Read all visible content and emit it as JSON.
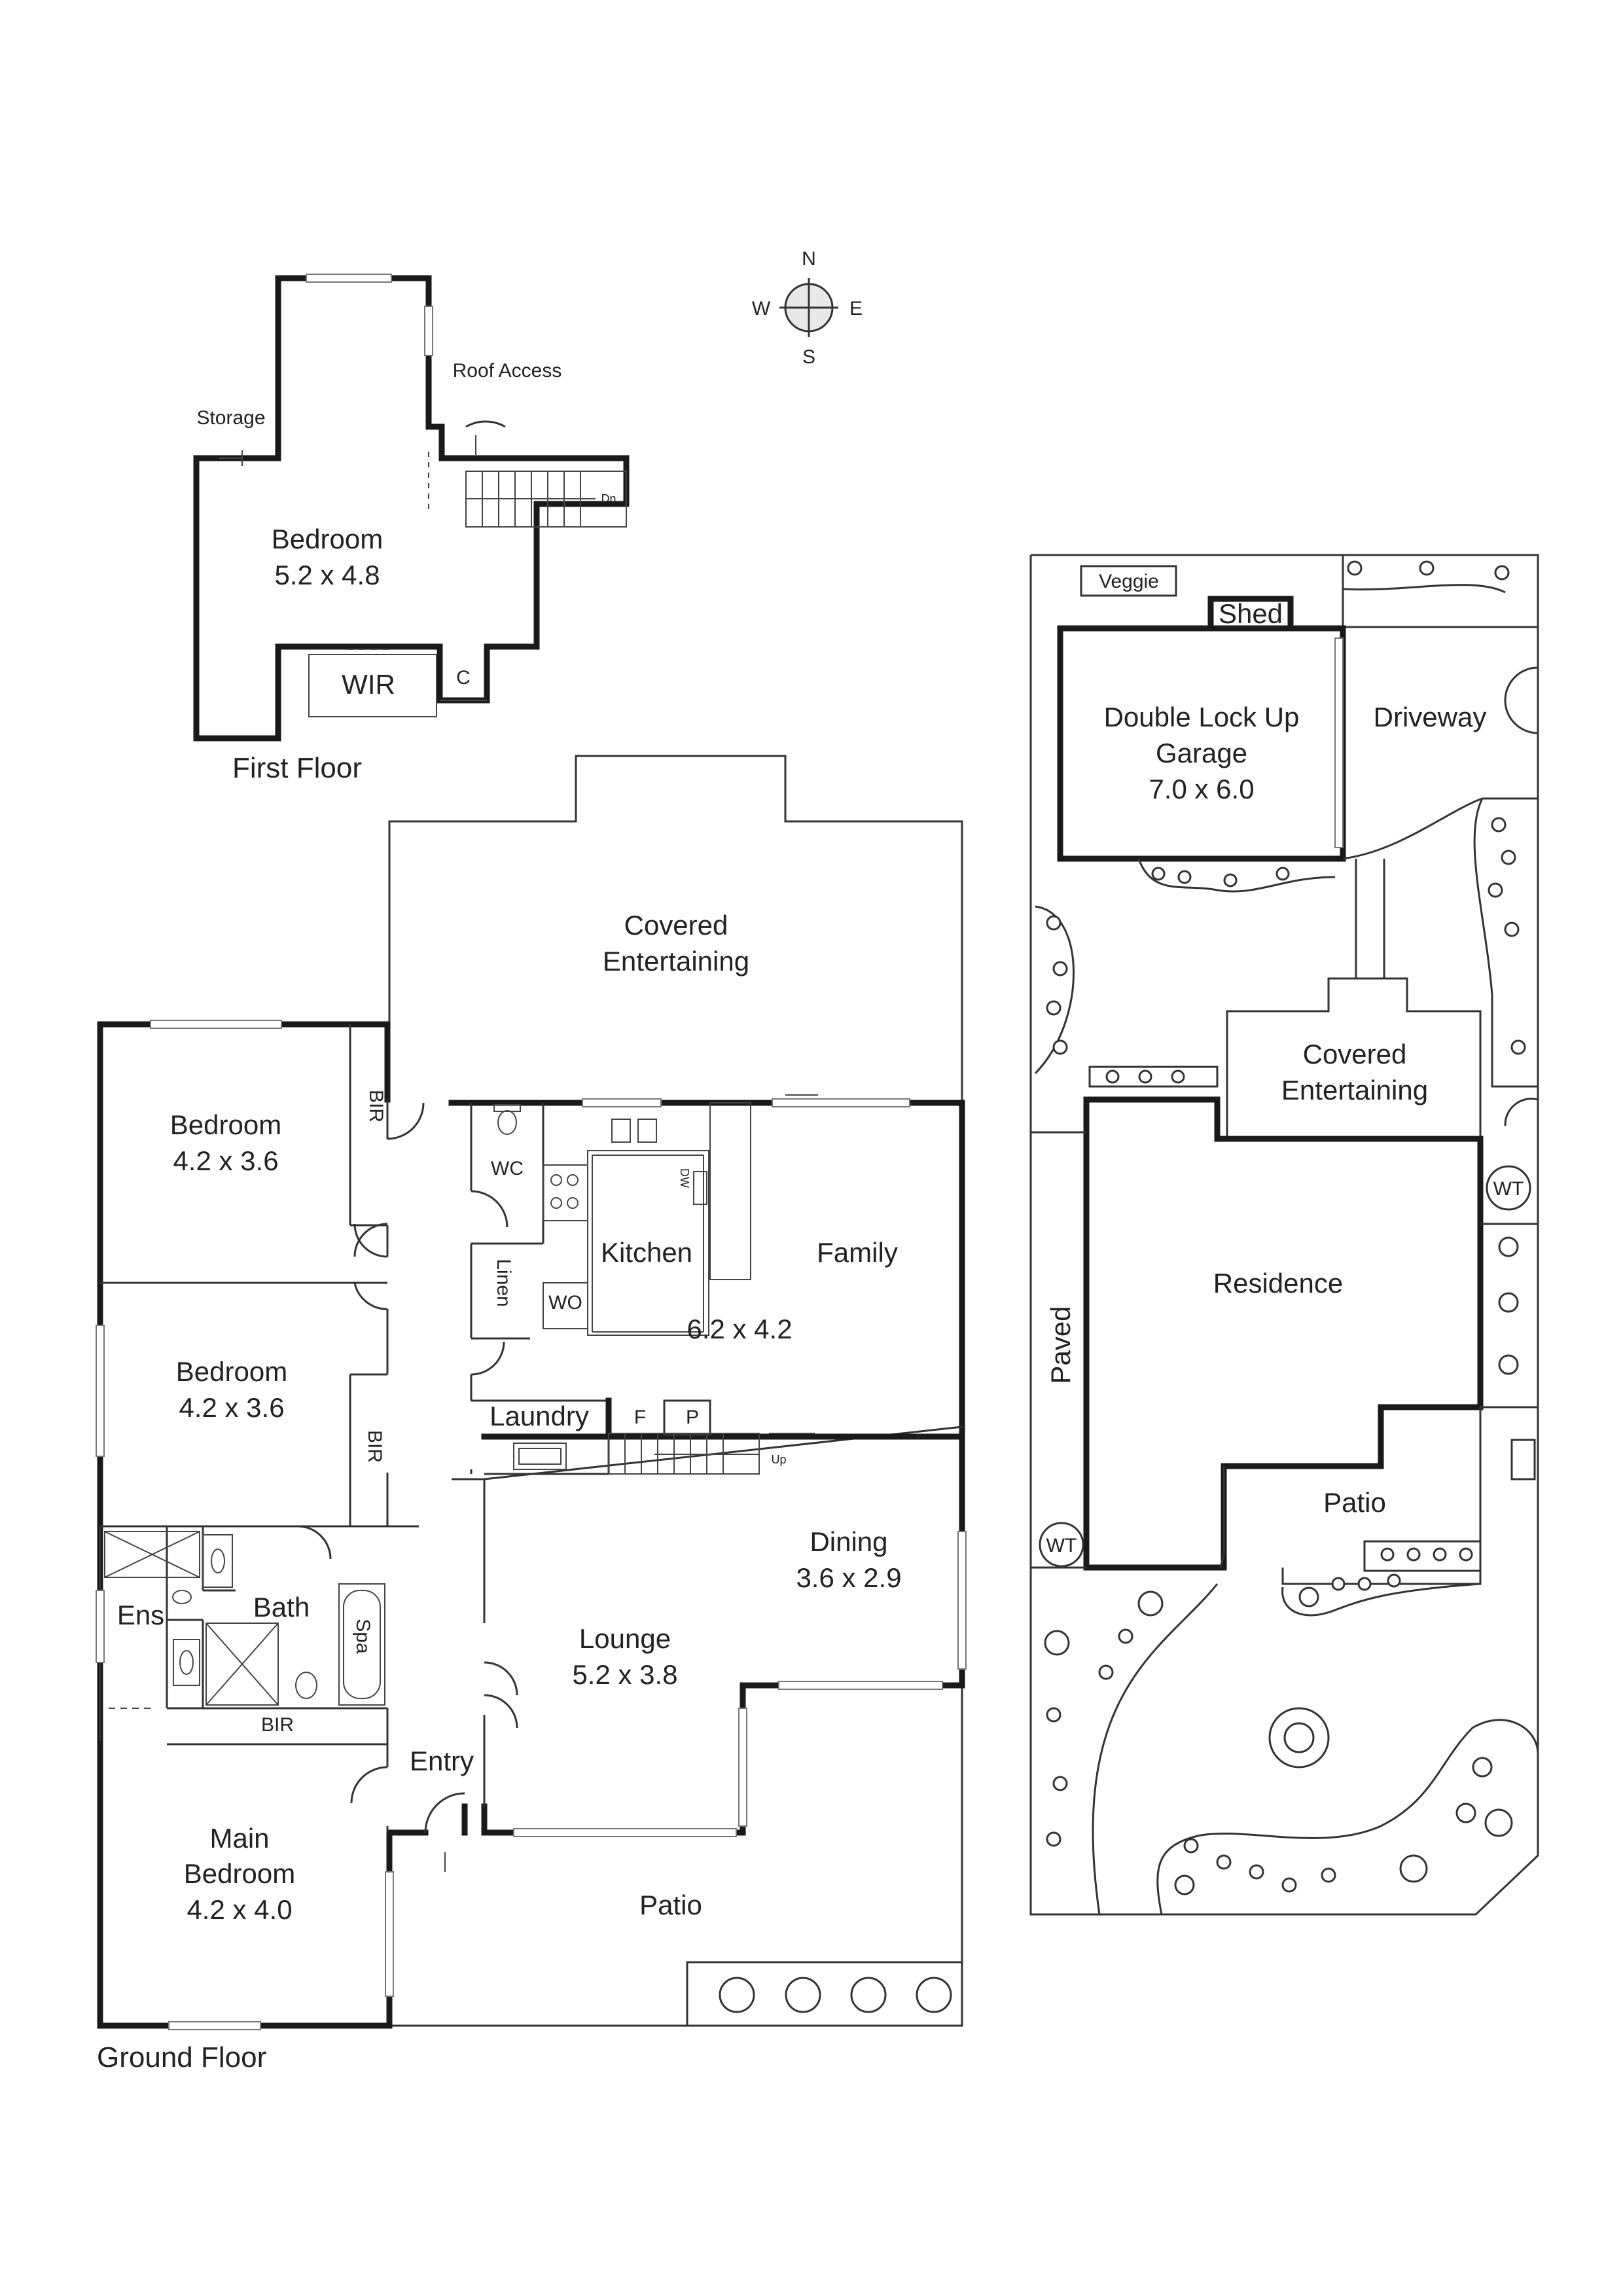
{
  "compass": {
    "n": "N",
    "s": "S",
    "e": "E",
    "w": "W"
  },
  "first_floor": {
    "title": "First Floor",
    "bedroom": {
      "name": "Bedroom",
      "size": "5.2 x 4.8"
    },
    "storage": "Storage",
    "roof_access": "Roof Access",
    "wir": "WIR",
    "cupboard": "C",
    "stairs_dn": "Dn"
  },
  "ground_floor": {
    "title": "Ground Floor",
    "covered_entertaining": [
      "Covered",
      "Entertaining"
    ],
    "bedroom_1": {
      "name": "Bedroom",
      "size": "4.2 x 3.6"
    },
    "bedroom_2": {
      "name": "Bedroom",
      "size": "4.2 x 3.6"
    },
    "main_bedroom": {
      "name": [
        "Main",
        "Bedroom"
      ],
      "size": "4.2 x 4.0"
    },
    "bir": "BIR",
    "wc": "WC",
    "linen": "Linen",
    "wo": "WO",
    "dw": "DW",
    "kitchen": "Kitchen",
    "family": "Family",
    "kitchen_family_size": "6.2 x 4.2",
    "laundry": "Laundry",
    "f": "F",
    "p": "P",
    "stairs_up": "Up",
    "dining": {
      "name": "Dining",
      "size": "3.6 x 2.9"
    },
    "lounge": {
      "name": "Lounge",
      "size": "5.2 x 3.8"
    },
    "ens": "Ens",
    "bath": "Bath",
    "spa": "Spa",
    "entry": "Entry",
    "patio": "Patio"
  },
  "site_plan": {
    "veggie": "Veggie",
    "shed": "Shed",
    "garage": {
      "name": [
        "Double Lock Up",
        "Garage"
      ],
      "size": "7.0 x 6.0"
    },
    "driveway": "Driveway",
    "covered_entertaining": [
      "Covered",
      "Entertaining"
    ],
    "residence": "Residence",
    "paved": "Paved",
    "patio": "Patio",
    "wt": "WT"
  }
}
